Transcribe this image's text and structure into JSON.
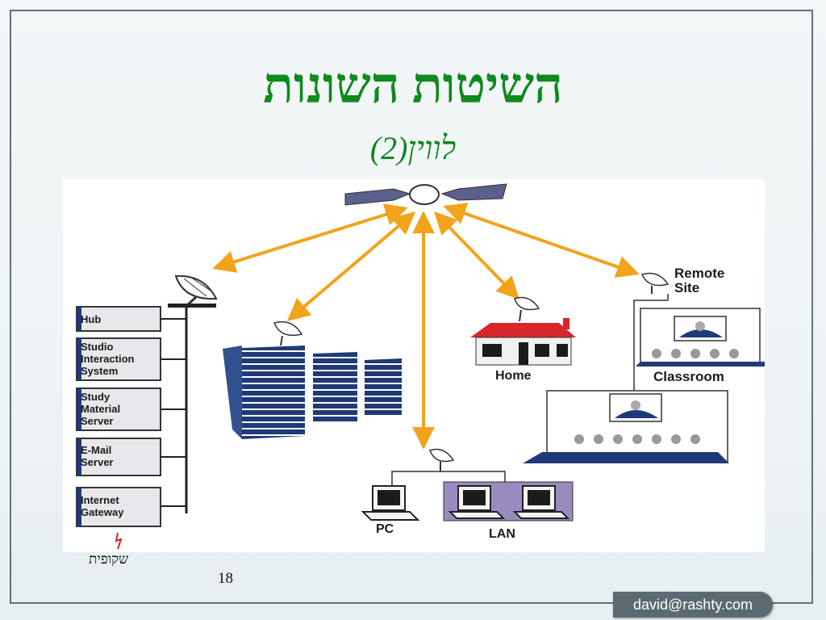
{
  "slide": {
    "title": "השיטות השונות",
    "subtitle": "לווין(2)",
    "footnote": "שקופית",
    "page_number": "18",
    "email": "david@rashty.com"
  },
  "diagram": {
    "nodes": {
      "hub": "Hub",
      "studio": [
        "Studio",
        "Interaction",
        "System"
      ],
      "study": [
        "Study",
        "Material",
        "Server"
      ],
      "email_server": [
        "E-Mail",
        "Server"
      ],
      "internet": [
        "Internet",
        "Gateway"
      ],
      "remote": [
        "Remote",
        "Site"
      ],
      "classroom": "Classroom",
      "home": "Home",
      "pc": "PC",
      "lan": "LAN"
    },
    "colors": {
      "link": "#f2a31c",
      "building": "#1f3a78",
      "lan_box": "#9a8bbf",
      "roof": "#d8262b"
    }
  }
}
